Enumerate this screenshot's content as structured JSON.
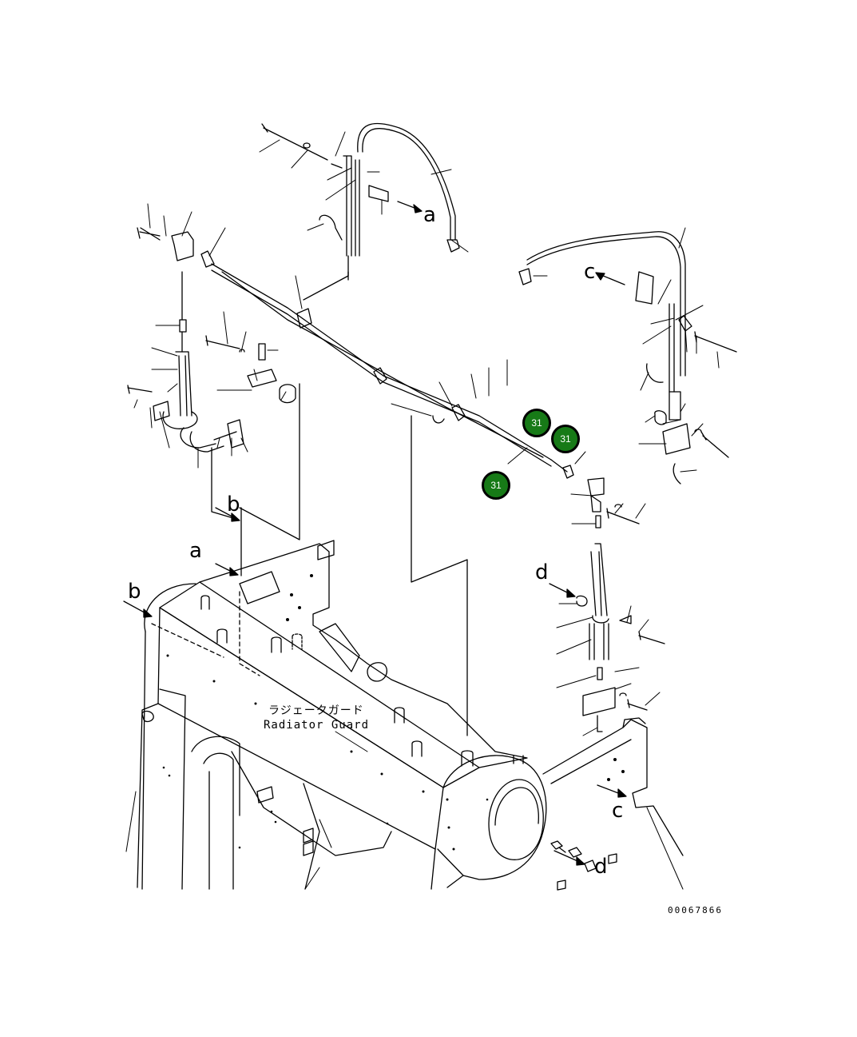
{
  "diagram": {
    "guard_label_jp": "ラジェータガード",
    "guard_label_en": "Radiator Guard",
    "document_number": "00067866",
    "view_refs": [
      {
        "id": "a-top",
        "letter": "a"
      },
      {
        "id": "a-mid",
        "letter": "a"
      },
      {
        "id": "b-upper",
        "letter": "b"
      },
      {
        "id": "b-left",
        "letter": "b"
      },
      {
        "id": "c-top",
        "letter": "c"
      },
      {
        "id": "c-bottom",
        "letter": "c"
      },
      {
        "id": "d-upper",
        "letter": "d"
      },
      {
        "id": "d-lower",
        "letter": "d"
      }
    ],
    "callouts": [
      {
        "id": "callout-1",
        "label": "31"
      },
      {
        "id": "callout-2",
        "label": "31"
      },
      {
        "id": "callout-3",
        "label": "31"
      }
    ],
    "colors": {
      "callout_fill": "#177a17",
      "line": "#000000",
      "background": "#ffffff"
    }
  }
}
